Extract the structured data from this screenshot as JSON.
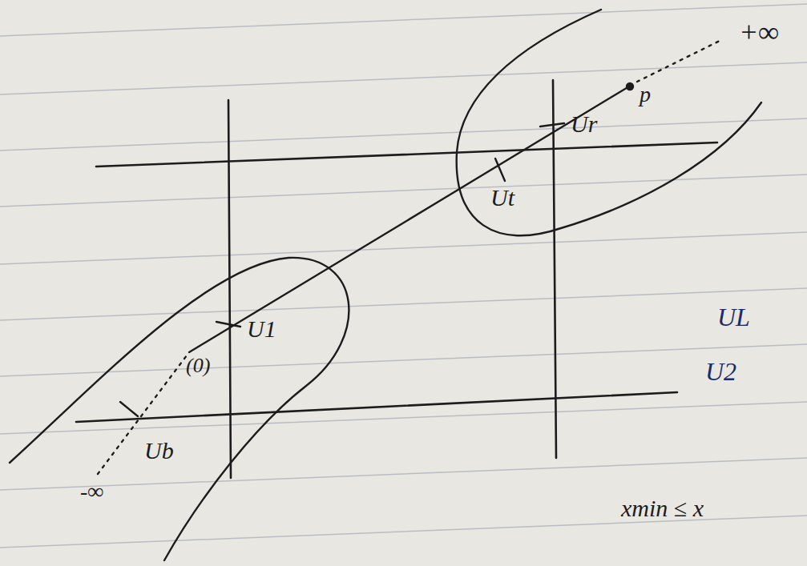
{
  "diagram": {
    "labels": [
      "+∞",
      "p",
      "Ur",
      "Ut",
      "U1",
      "(0)",
      "Ub",
      "-∞",
      "UL",
      "U2",
      "xmin ≤ x"
    ]
  }
}
